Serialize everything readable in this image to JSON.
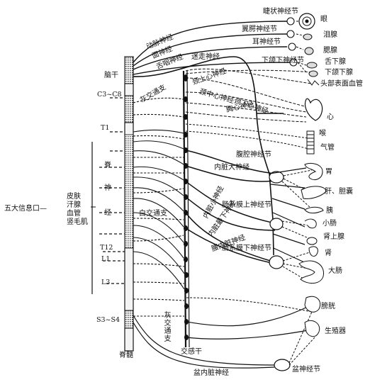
{
  "diagram": {
    "spinal": {
      "brainstem": "脑干",
      "c3c8": "C3~C8",
      "t1": "T1",
      "ji": "脊",
      "shen": "神",
      "jing": "经",
      "t12": "T12",
      "l1": "L1",
      "l3": "L3",
      "s3s4": "S3~S4",
      "cord": "脊髓"
    },
    "info": {
      "prefix": "五大信息口—",
      "items": [
        "皮肤",
        "汗腺",
        "血管",
        "竖毛肌"
      ]
    },
    "nerves": {
      "carotid": "动脉神经",
      "facial": "面神经",
      "glosso": "舌咽神经",
      "vagus": "迷走神经",
      "gray_ramus": "灰交通支",
      "sup_cervical": "颈上心神经",
      "mid_cervical": "颈中心神经",
      "inf_cervical": "颈下心神经",
      "thoracic_cardiac": "胸心神经",
      "greater_splanchnic": "内脏大神经",
      "celiac": "腹腔神经节",
      "sup_mesenteric": "肠系膜上神经节",
      "lesser_splanchnic": "内脏小神经",
      "white_ramus": "白交通支",
      "lowest_splanchnic": "内脏最下神经",
      "lumbar_splanchnic": "腰内脏神经",
      "inf_mesenteric": "肠系膜下神经节",
      "sympathetic_trunk": "交感干",
      "gray_ramus_lower": "灰交通支",
      "pelvic_splanchnic": "盆内脏神经",
      "pelvic_ganglion": "盆神经节"
    },
    "ganglia": {
      "ciliary": "睫状神经节",
      "pterygopalatine": "翼腭神经节",
      "otic": "耳神经节",
      "submandibular": "下颌下神经节"
    },
    "organs": {
      "eye": "眼",
      "lacrimal": "泪腺",
      "parotid": "腮腺",
      "sublingual": "舌下腺",
      "submandibular_gland": "下颌下腺",
      "head_vessels": "头部表面血管",
      "heart": "心",
      "larynx": "喉",
      "trachea": "气管",
      "stomach": "胃",
      "liver": "肝、胆囊",
      "pancreas": "胰",
      "small_intestine": "小肠",
      "adrenal": "肾上腺",
      "kidney": "肾",
      "large_intestine": "大肠",
      "bladder": "膀胱",
      "genitals": "生殖器"
    }
  }
}
